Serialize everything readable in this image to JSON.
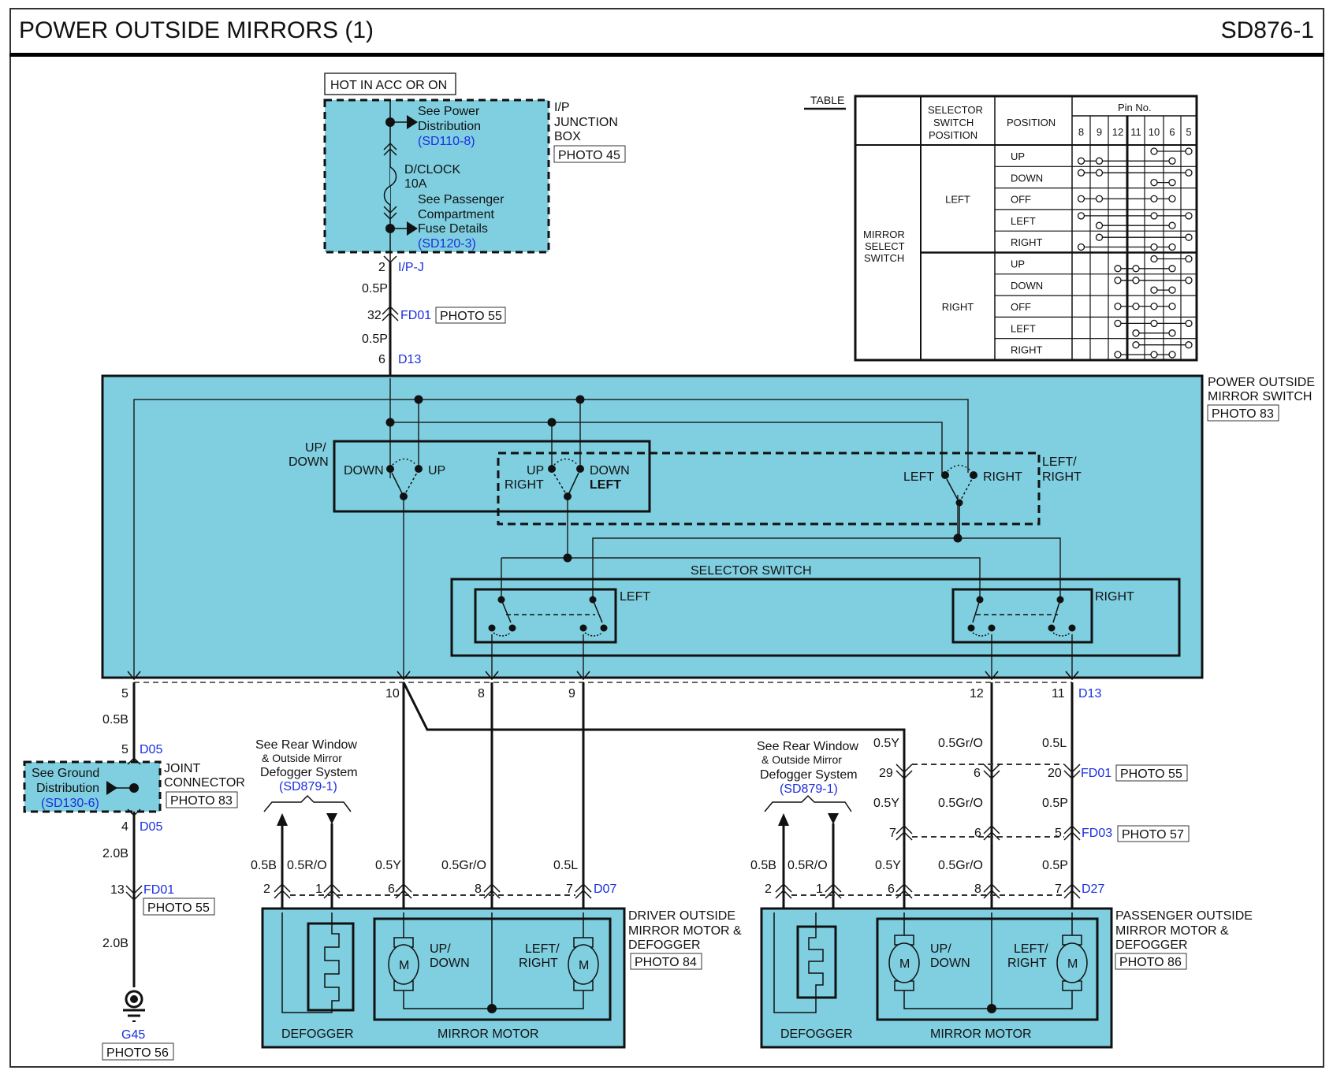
{
  "header": {
    "title": "POWER OUTSIDE MIRRORS (1)",
    "page_id": "SD876-1"
  },
  "colors": {
    "fill": "#7fcfe1",
    "ref": "#1a2ee0",
    "line": "#111111"
  },
  "power": {
    "hot_label": "HOT IN ACC OR ON",
    "junction_box": [
      "I/P",
      "JUNCTION",
      "BOX"
    ],
    "junction_photo": "PHOTO 45",
    "ref1_text": [
      "See Power",
      "Distribution"
    ],
    "ref1_code": "(SD110-8)",
    "fuse": [
      "D/CLOCK",
      "10A"
    ],
    "ref2_text": [
      "See Passenger",
      "Compartment",
      "Fuse Details"
    ],
    "ref2_code": "(SD120-3)",
    "conn1_pin": "2",
    "conn1_name": "I/P-J",
    "wire1": "0.5P",
    "conn2_pin": "32",
    "conn2_name": "FD01",
    "conn2_photo": "PHOTO 55",
    "wire2": "0.5P",
    "conn3_pin": "6",
    "conn3_name": "D13"
  },
  "switch": {
    "name": [
      "POWER OUTSIDE",
      "MIRROR SWITCH"
    ],
    "photo": "PHOTO 83",
    "updown_label": [
      "UP/",
      "DOWN"
    ],
    "updown_down": "DOWN",
    "updown_up": "UP",
    "mid_up": "UP",
    "mid_right": "RIGHT",
    "mid_down": "DOWN",
    "mid_left": "LEFT",
    "lr_left": "LEFT",
    "lr_right": "RIGHT",
    "lr_label": [
      "LEFT/",
      "RIGHT"
    ],
    "selector_label": "SELECTOR SWITCH",
    "sel_left": "LEFT",
    "sel_right": "RIGHT",
    "pins": [
      "5",
      "10",
      "8",
      "9",
      "12",
      "11"
    ],
    "pins_conn": "D13"
  },
  "ground": {
    "wire1": "0.5B",
    "jc_top_pin": "5",
    "jc_top_name": "D05",
    "ref_text": [
      "See Ground",
      "Distribution"
    ],
    "ref_code": "(SD130-6)",
    "jc_name": [
      "JOINT",
      "CONNECTOR"
    ],
    "jc_photo": "PHOTO 83",
    "jc_bot_pin": "4",
    "jc_bot_name": "D05",
    "wire2": "2.0B",
    "conn_pin": "13",
    "conn_name": "FD01",
    "conn_photo": "PHOTO 55",
    "wire3": "2.0B",
    "ground_name": "G45",
    "ground_photo": "PHOTO 56"
  },
  "driver": {
    "ref_text": [
      "See Rear Window",
      "& Outside Mirror",
      "Defogger System"
    ],
    "ref_code": "(SD879-1)",
    "wires": [
      "0.5B",
      "0.5R/O",
      "0.5Y",
      "0.5Gr/O",
      "0.5L"
    ],
    "pins": [
      "2",
      "1",
      "6",
      "8",
      "7"
    ],
    "conn": "D07",
    "name": [
      "DRIVER OUTSIDE",
      "MIRROR MOTOR &",
      "DEFOGGER"
    ],
    "photo": "PHOTO 84",
    "motor_ud": [
      "UP/",
      "DOWN"
    ],
    "motor_lr": [
      "LEFT/",
      "RIGHT"
    ],
    "motor_symbol": "M",
    "defogger": "DEFOGGER",
    "mirror_motor": "MIRROR MOTOR"
  },
  "passenger": {
    "ref_text": [
      "See Rear Window",
      "& Outside Mirror",
      "Defogger System"
    ],
    "ref_code": "(SD879-1)",
    "top_wires": [
      "0.5Y",
      "0.5Gr/O",
      "0.5L"
    ],
    "fd01_pins": [
      "29",
      "6",
      "20"
    ],
    "fd01": "FD01",
    "fd01_photo": "PHOTO 55",
    "mid_wires": [
      "0.5Y",
      "0.5Gr/O",
      "0.5P"
    ],
    "fd03_pins": [
      "7",
      "6",
      "5"
    ],
    "fd03": "FD03",
    "fd03_photo": "PHOTO 57",
    "wires": [
      "0.5B",
      "0.5R/O",
      "0.5Y",
      "0.5Gr/O",
      "0.5P"
    ],
    "pins": [
      "2",
      "1",
      "6",
      "8",
      "7"
    ],
    "conn": "D27",
    "name": [
      "PASSENGER OUTSIDE",
      "MIRROR MOTOR &",
      "DEFOGGER"
    ],
    "photo": "PHOTO 86",
    "motor_ud": [
      "UP/",
      "DOWN"
    ],
    "motor_lr": [
      "LEFT/",
      "RIGHT"
    ],
    "motor_symbol": "M",
    "defogger": "DEFOGGER",
    "mirror_motor": "MIRROR MOTOR"
  },
  "table": {
    "caption": "TABLE",
    "h_selector": [
      "SELECTOR",
      "SWITCH",
      "POSITION"
    ],
    "h_position": "POSITION",
    "h_pin": "Pin No.",
    "pins": [
      "8",
      "9",
      "12",
      "11",
      "10",
      "6",
      "5"
    ],
    "row_group": [
      "MIRROR",
      "SELECT",
      "SWITCH"
    ],
    "groups": [
      {
        "name": "LEFT",
        "rows": [
          {
            "pos": "UP",
            "links": [
              [
                4,
                6
              ],
              [
                0,
                1,
                5
              ]
            ]
          },
          {
            "pos": "DOWN",
            "links": [
              [
                0,
                1,
                6
              ],
              [
                4,
                5
              ]
            ]
          },
          {
            "pos": "OFF",
            "links": [
              [
                0,
                1,
                4,
                5
              ]
            ]
          },
          {
            "pos": "LEFT",
            "links": [
              [
                0,
                4,
                6
              ],
              [
                1,
                5
              ]
            ]
          },
          {
            "pos": "RIGHT",
            "links": [
              [
                1,
                6
              ],
              [
                0,
                4,
                5
              ]
            ]
          }
        ]
      },
      {
        "name": "RIGHT",
        "rows": [
          {
            "pos": "UP",
            "links": [
              [
                4,
                6
              ],
              [
                2,
                3,
                5
              ]
            ]
          },
          {
            "pos": "DOWN",
            "links": [
              [
                2,
                3,
                6
              ],
              [
                4,
                5
              ]
            ]
          },
          {
            "pos": "OFF",
            "links": [
              [
                2,
                3,
                4,
                5
              ]
            ]
          },
          {
            "pos": "LEFT",
            "links": [
              [
                2,
                4,
                6
              ],
              [
                3,
                5
              ]
            ]
          },
          {
            "pos": "RIGHT",
            "links": [
              [
                3,
                6
              ],
              [
                2,
                4,
                5
              ]
            ]
          }
        ]
      }
    ]
  }
}
